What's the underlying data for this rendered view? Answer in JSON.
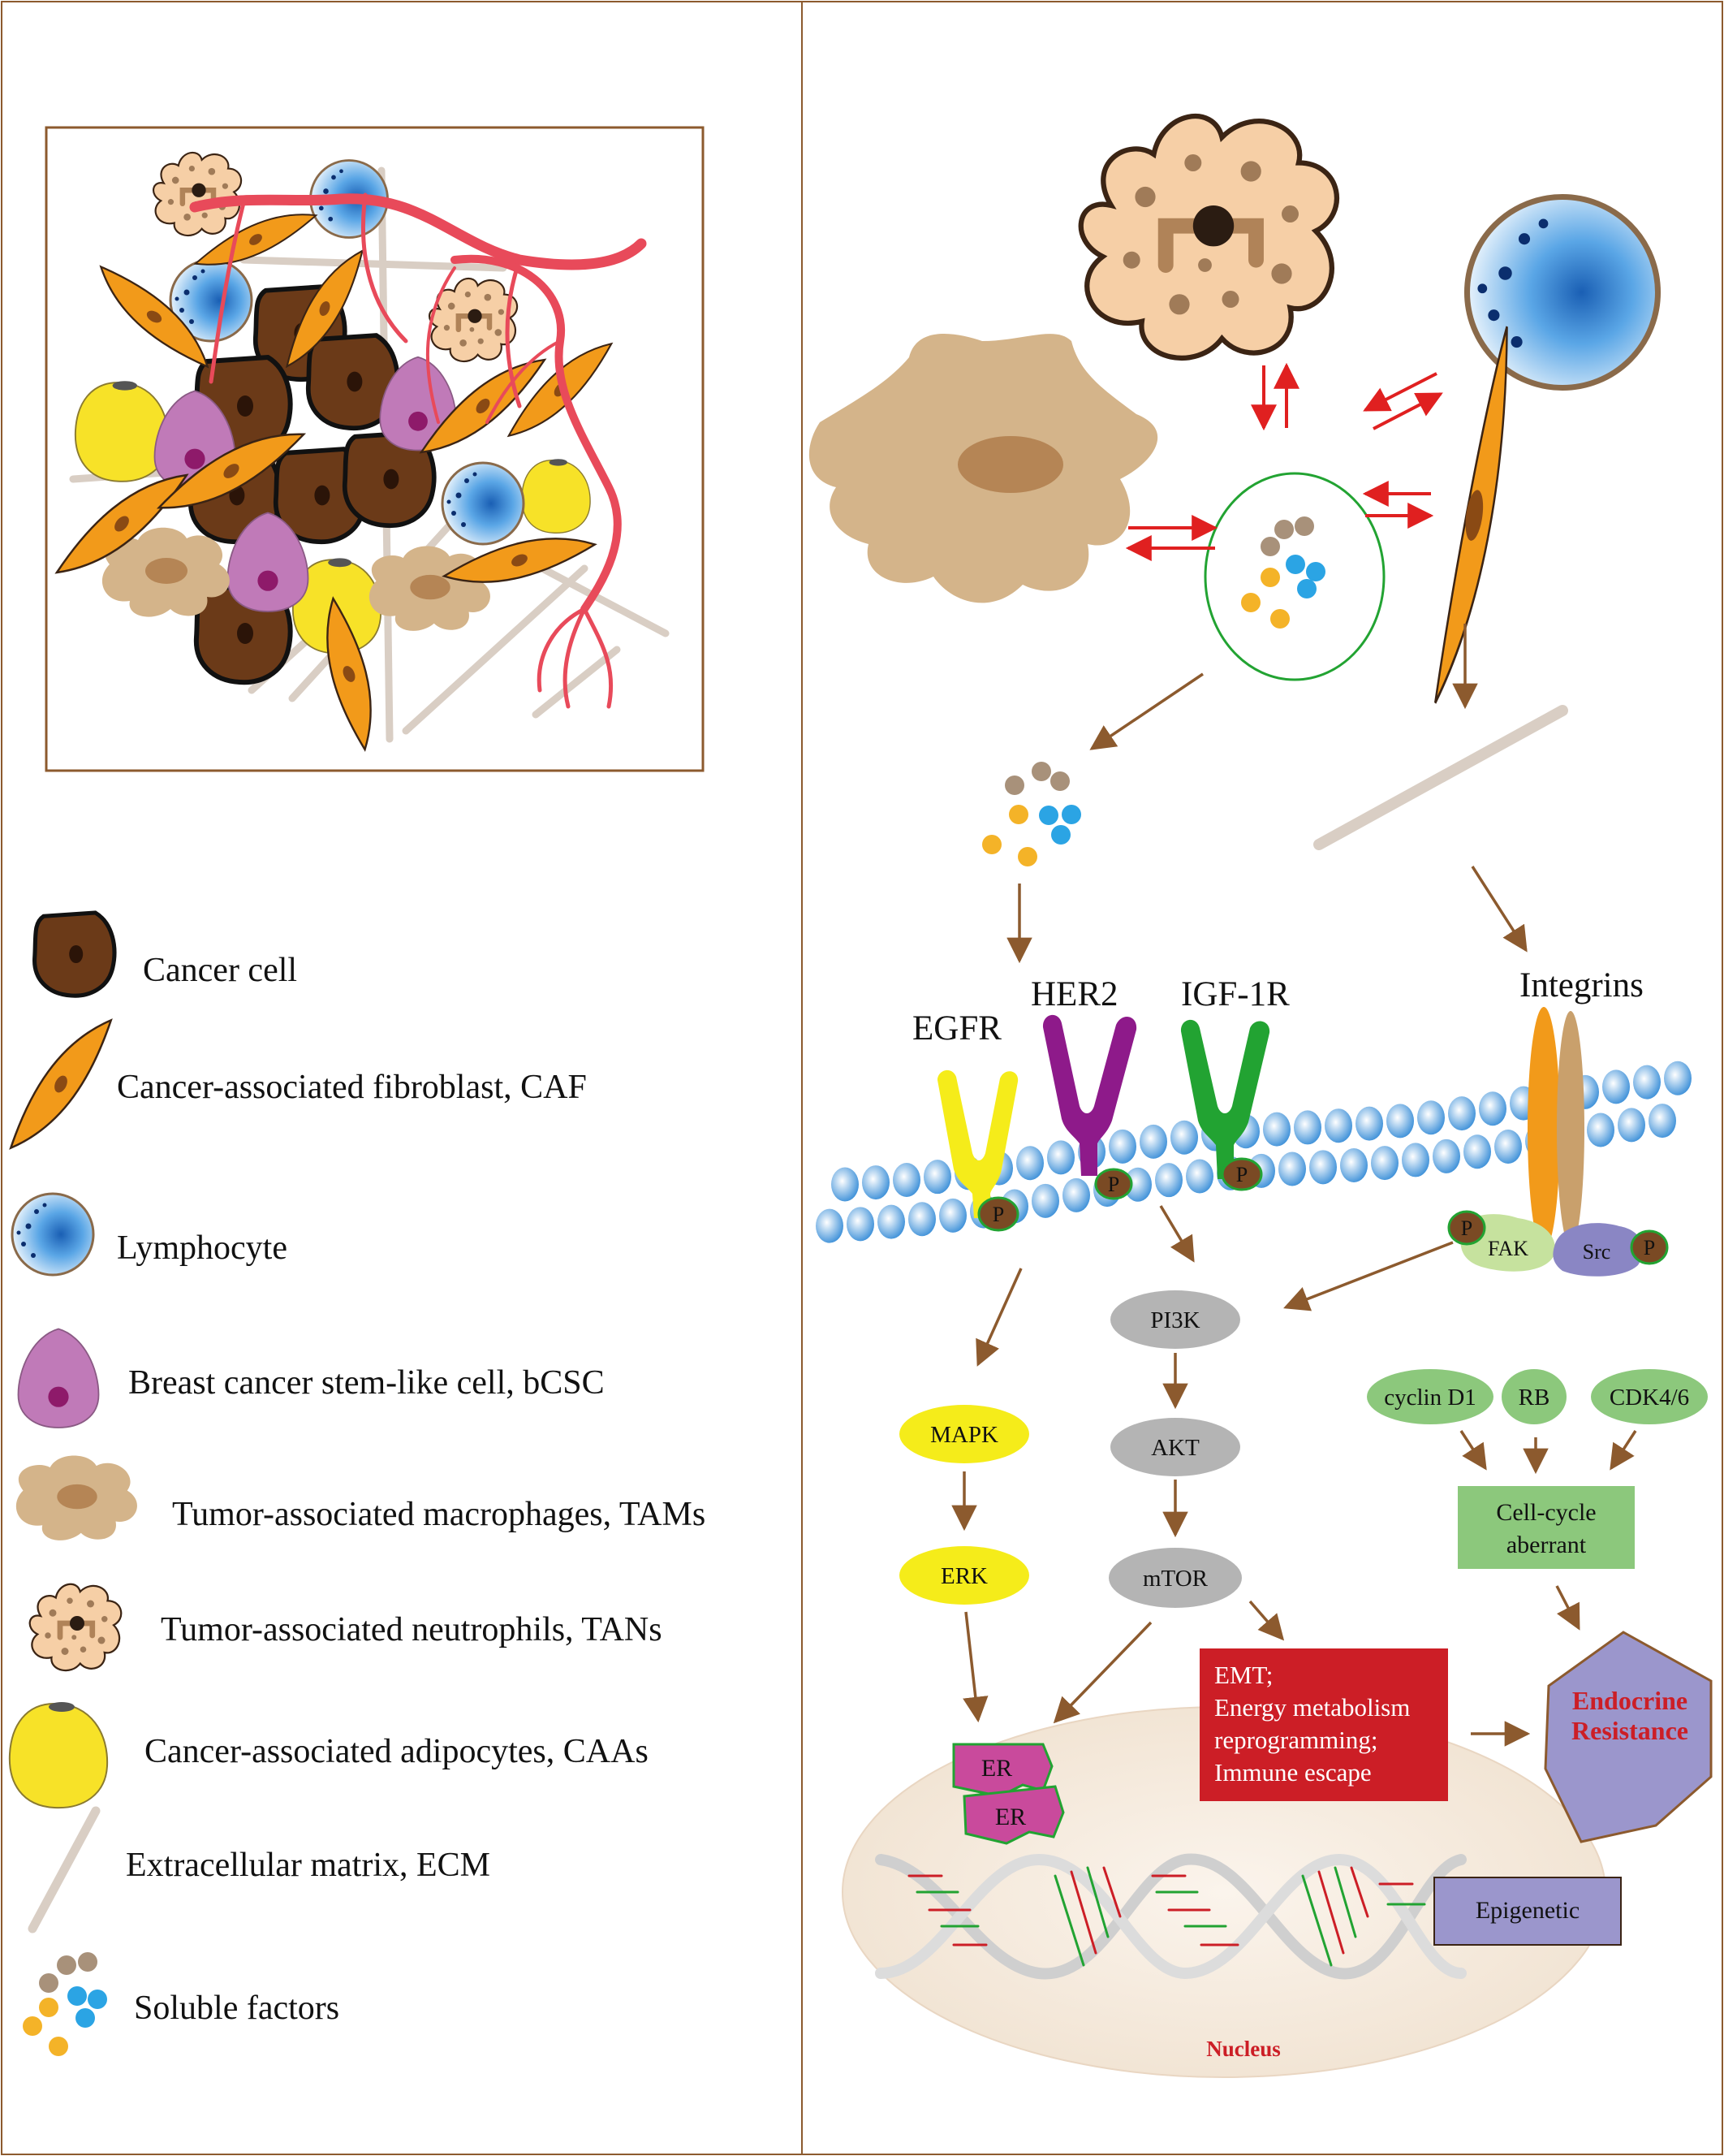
{
  "legend": [
    {
      "key": "cancer",
      "label": "Cancer cell"
    },
    {
      "key": "caf",
      "label": "Cancer-associated fibroblast, CAF"
    },
    {
      "key": "lymph",
      "label": "Lymphocyte"
    },
    {
      "key": "bcsc",
      "label": "Breast cancer stem-like cell, bCSC"
    },
    {
      "key": "tam",
      "label": "Tumor-associated macrophages, TAMs"
    },
    {
      "key": "tan",
      "label": "Tumor-associated neutrophils, TANs"
    },
    {
      "key": "caa",
      "label": "Cancer-associated adipocytes, CAAs"
    },
    {
      "key": "ecm",
      "label": "Extracellular matrix, ECM"
    },
    {
      "key": "soluble",
      "label": "Soluble factors"
    }
  ],
  "receptors": {
    "egfr": "EGFR",
    "her2": "HER2",
    "igf1r": "IGF-1R",
    "integrins": "Integrins",
    "p": "P",
    "fak": "FAK",
    "src": "Src"
  },
  "pathway": {
    "pi3k": "PI3K",
    "akt": "AKT",
    "mtor": "mTOR",
    "mapk": "MAPK",
    "erk": "ERK",
    "cyclin_d1": "cyclin D1",
    "rb": "RB",
    "cdk46": "CDK4/6",
    "cell_cycle": [
      "Cell-cycle",
      "aberrant"
    ],
    "er": "ER",
    "outcomes": [
      "EMT;",
      "Energy metabolism",
      "reprogramming;",
      "Immune escape"
    ],
    "endocrine": [
      "Endocrine",
      "Resistance"
    ],
    "epigenetic": "Epigenetic",
    "nucleus": "Nucleus"
  },
  "colors": {
    "brown_arrow": "#8c5a2e",
    "red_arrow": "#e02020",
    "cancer": "#6b3a18",
    "caf": "#f29a1a",
    "tam": "#d4b48a",
    "bcsc": "#c07ab8",
    "caa": "#f7e228",
    "lymph": "#3e8fd6",
    "egfr": "#f5ec1a",
    "her2": "#8e1a8a",
    "igf1r": "#22a332",
    "pill_gray": "#b4b4b4",
    "pill_green": "#8cc87c",
    "outcome_red": "#cc1e26",
    "endocrine_purple": "#9b96cc",
    "nucleus_red": "#cc1e26"
  }
}
